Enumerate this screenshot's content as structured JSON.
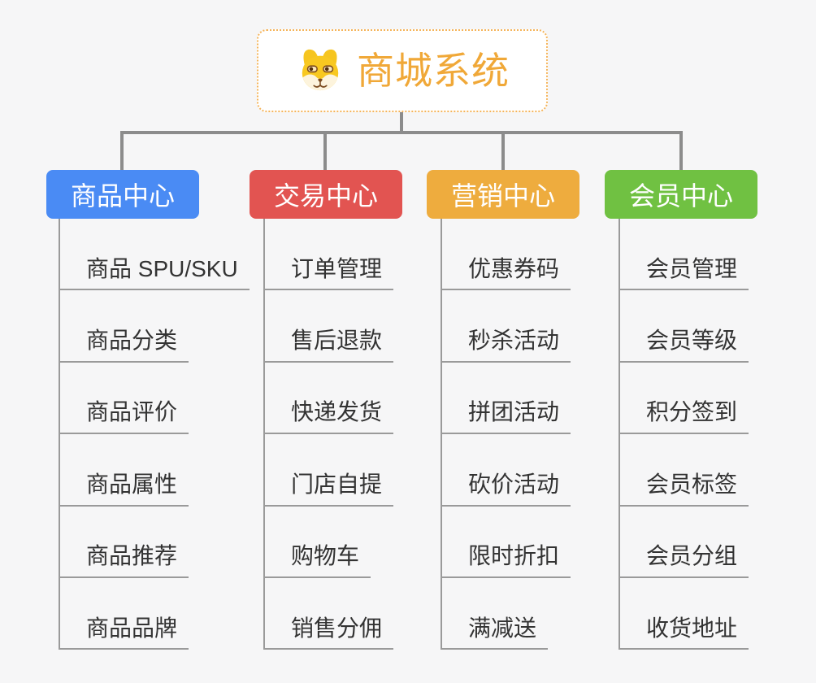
{
  "root": {
    "title": "商城系统",
    "icon": "shiba-dog-icon",
    "title_color": "#f0a838",
    "border_color": "#f5b45a"
  },
  "connector_color": "#8c8c8c",
  "child_line_color": "#9a9a9a",
  "child_text_color": "#333333",
  "background_color": "#f6f6f7",
  "branches": [
    {
      "label": "商品中心",
      "color": "#4a8bf4",
      "children": [
        "商品 SPU/SKU",
        "商品分类",
        "商品评价",
        "商品属性",
        "商品推荐",
        "商品品牌"
      ]
    },
    {
      "label": "交易中心",
      "color": "#e25451",
      "children": [
        "订单管理",
        "售后退款",
        "快递发货",
        "门店自提",
        "购物车",
        "销售分佣"
      ]
    },
    {
      "label": "营销中心",
      "color": "#eeac3e",
      "children": [
        "优惠券码",
        "秒杀活动",
        "拼团活动",
        "砍价活动",
        "限时折扣",
        "满减送"
      ]
    },
    {
      "label": "会员中心",
      "color": "#70c142",
      "children": [
        "会员管理",
        "会员等级",
        "积分签到",
        "会员标签",
        "会员分组",
        "收货地址"
      ]
    }
  ]
}
